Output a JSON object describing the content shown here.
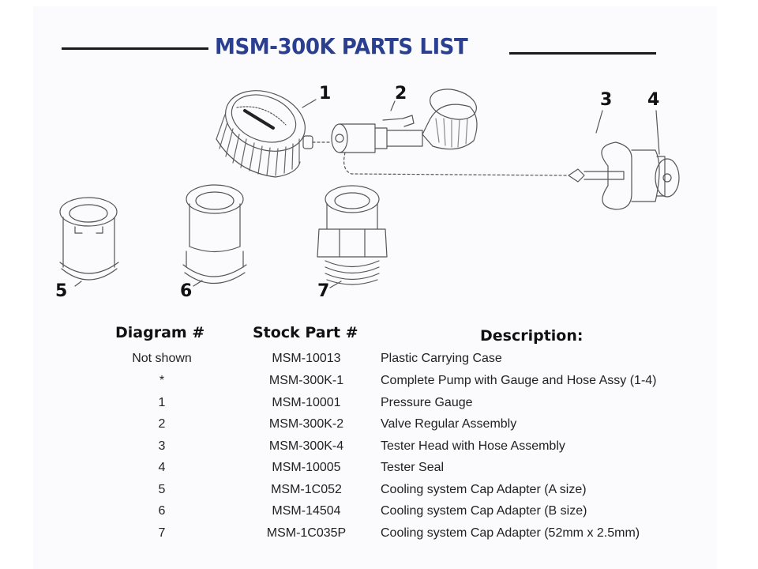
{
  "document": {
    "title": "MSM-300K PARTS LIST",
    "title_color": "#2a3f8f"
  },
  "diagram": {
    "callouts": [
      "1",
      "2",
      "3",
      "4",
      "5",
      "6",
      "7"
    ],
    "parts": [
      {
        "number": "1",
        "name": "pressure-gauge"
      },
      {
        "number": "2",
        "name": "valve-regular-assembly"
      },
      {
        "number": "3",
        "name": "tester-head-with-hose"
      },
      {
        "number": "4",
        "name": "tester-seal"
      },
      {
        "number": "5",
        "name": "cap-adapter-a"
      },
      {
        "number": "6",
        "name": "cap-adapter-b"
      },
      {
        "number": "7",
        "name": "cap-adapter-52mm"
      }
    ]
  },
  "table": {
    "headers": [
      "Diagram #",
      "Stock Part #",
      "Description:"
    ],
    "rows": [
      {
        "diagram": "Not shown",
        "stock": "MSM-10013",
        "description": "Plastic Carrying Case"
      },
      {
        "diagram": "*",
        "stock": "MSM-300K-1",
        "description": "Complete Pump with Gauge and Hose Assy (1-4)"
      },
      {
        "diagram": "1",
        "stock": "MSM-10001",
        "description": "Pressure Gauge"
      },
      {
        "diagram": "2",
        "stock": "MSM-300K-2",
        "description": "Valve Regular Assembly"
      },
      {
        "diagram": "3",
        "stock": "MSM-300K-4",
        "description": "Tester Head with Hose Assembly"
      },
      {
        "diagram": "4",
        "stock": "MSM-10005",
        "description": "Tester Seal"
      },
      {
        "diagram": "5",
        "stock": "MSM-1C052",
        "description": "Cooling system Cap Adapter (A size)"
      },
      {
        "diagram": "6",
        "stock": "MSM-14504",
        "description": "Cooling system Cap Adapter (B size)"
      },
      {
        "diagram": "7",
        "stock": "MSM-1C035P",
        "description": "Cooling system Cap Adapter (52mm x 2.5mm)"
      }
    ]
  }
}
